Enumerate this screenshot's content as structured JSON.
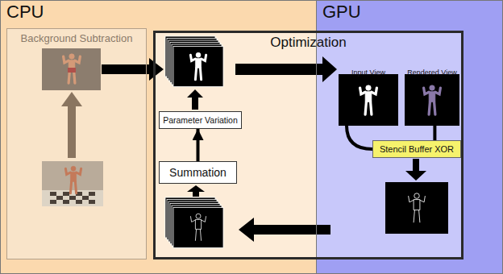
{
  "diagram": {
    "nodes": [
      {
        "text": [
          "CPU"
        ]
      },
      {
        "text": [
          "GPU"
        ]
      },
      {
        "text": [
          "Background Subtraction"
        ],
        "in": 0
      },
      {
        "text": [
          "Optimization"
        ]
      },
      {
        "text": [
          "Parameter Variation"
        ],
        "in": 3
      },
      {
        "text": [
          "Summation"
        ],
        "in": 3
      },
      {
        "text": [
          "Stencil Buffer XOR"
        ],
        "in": 3
      },
      {
        "text": [
          "Input View"
        ],
        "in": 3
      },
      {
        "text": [
          "Rendered View"
        ],
        "in": 3
      }
    ],
    "edges": [
      {
        "from": 5,
        "to": 4,
        "arrow": "to"
      },
      {
        "from": 7,
        "to": 6,
        "arrow": "none"
      },
      {
        "from": 8,
        "to": 6,
        "arrow": "none"
      }
    ]
  }
}
